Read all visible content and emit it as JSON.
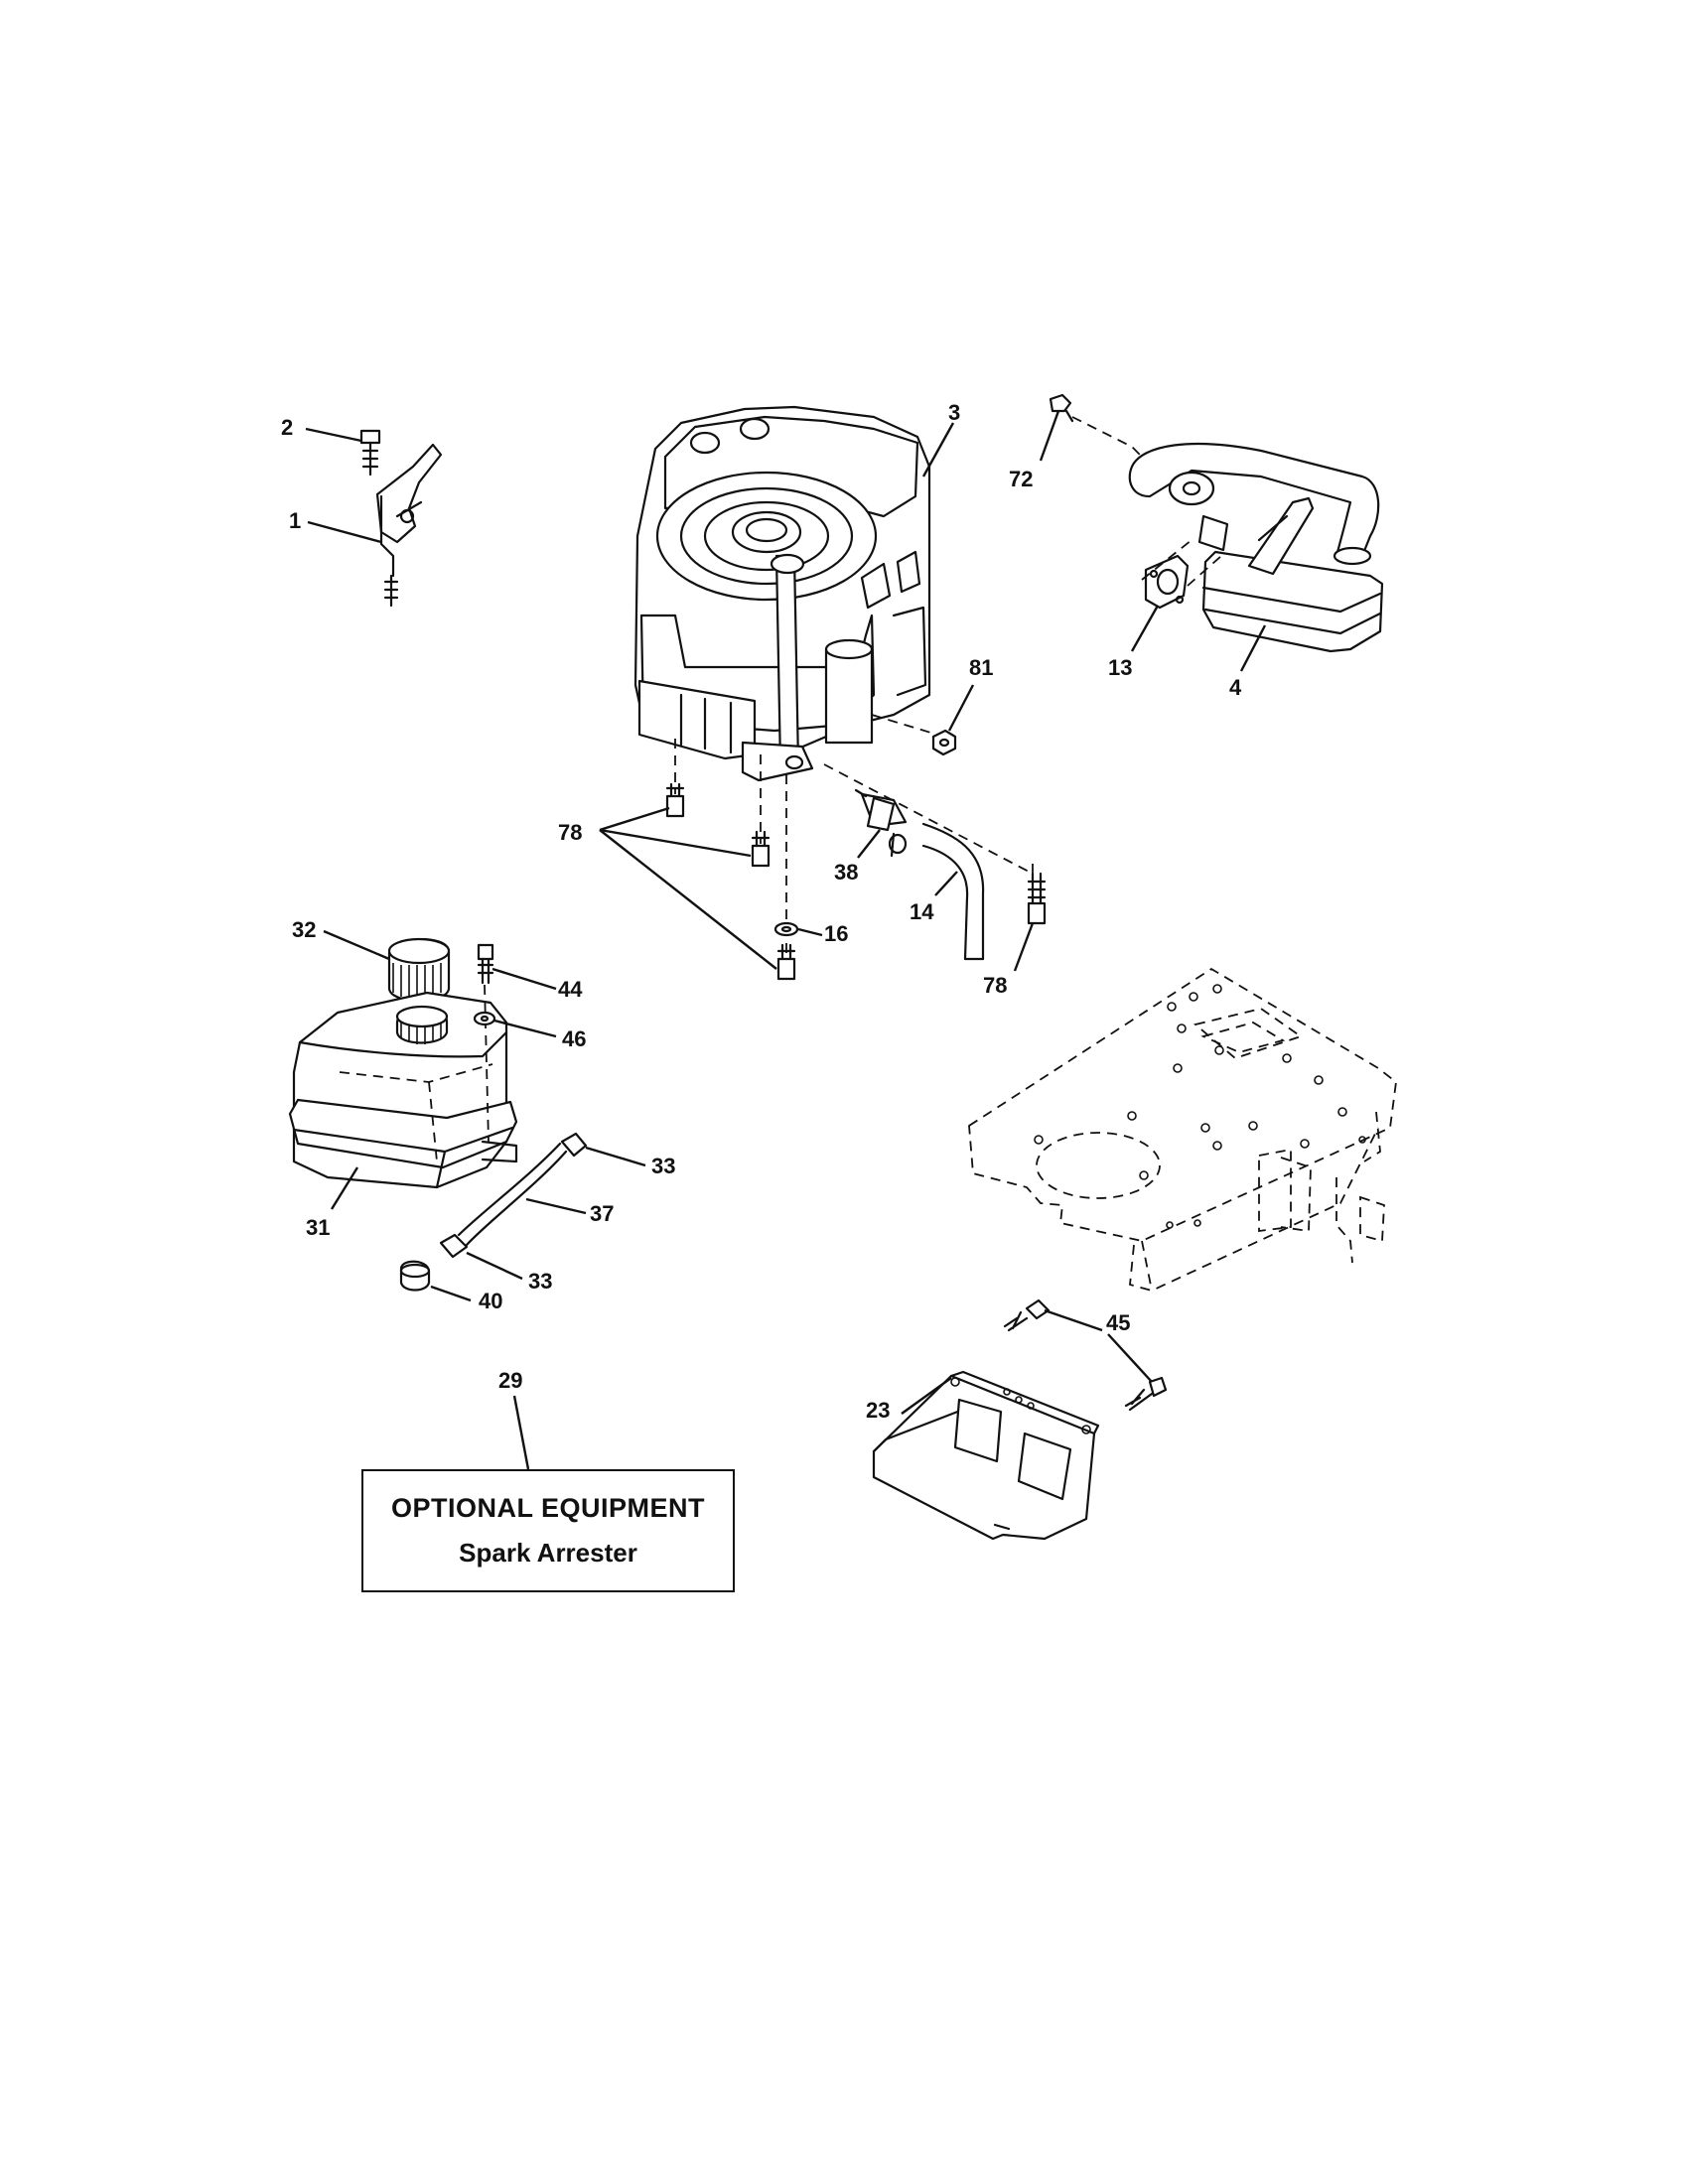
{
  "optional_box": {
    "title": "OPTIONAL EQUIPMENT",
    "subtitle": "Spark Arrester"
  },
  "callouts": {
    "c1": "1",
    "c2": "2",
    "c3": "3",
    "c4": "4",
    "c13": "13",
    "c14": "14",
    "c16": "16",
    "c23": "23",
    "c29": "29",
    "c31": "31",
    "c32": "32",
    "c33a": "33",
    "c33b": "33",
    "c37": "37",
    "c38": "38",
    "c40": "40",
    "c44": "44",
    "c45": "45",
    "c46": "46",
    "c72": "72",
    "c78a": "78",
    "c78b": "78",
    "c81": "81"
  }
}
